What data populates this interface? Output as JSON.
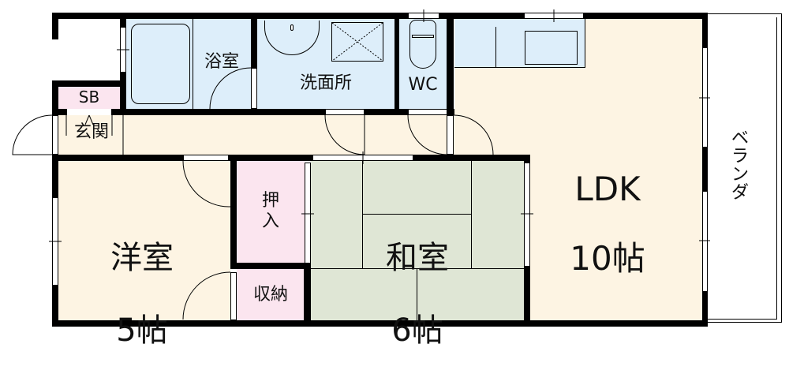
{
  "floor_plan": {
    "colors": {
      "wall": "#000000",
      "living": "#fdf4e3",
      "wet": "#ddeefa",
      "storage": "#fbe5ef",
      "tatami": "#dfe6d5",
      "balcony": "#ffffff"
    },
    "rooms": {
      "entrance": {
        "label": "玄関"
      },
      "shoe_box": {
        "label": "SB"
      },
      "bathroom": {
        "label": "浴室"
      },
      "washroom": {
        "label": "洗面所"
      },
      "toilet": {
        "label": "WC"
      },
      "ldk": {
        "label": "LDK",
        "size": "10帖"
      },
      "western_room": {
        "label": "洋室",
        "size": "5帖"
      },
      "japanese_room": {
        "label": "和室",
        "size": "6帖"
      },
      "oshiire": {
        "label": "押\n入"
      },
      "closet": {
        "label": "収納"
      },
      "balcony": {
        "label": "ベ\nラ\nン\nダ"
      }
    }
  }
}
